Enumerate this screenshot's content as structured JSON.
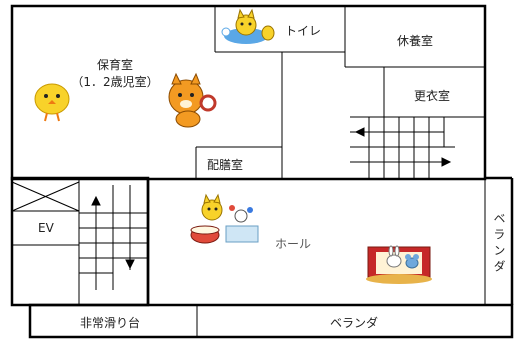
{
  "floor_plan": {
    "rooms": {
      "nursery": {
        "label_line1": "保育室",
        "label_line2": "（1．2歳児室）"
      },
      "toilet": {
        "label": "トイレ"
      },
      "rest_room": {
        "label": "休養室"
      },
      "changing_room": {
        "label": "更衣室"
      },
      "serving_room": {
        "label": "配膳室"
      },
      "hall": {
        "label": "ホール"
      },
      "elevator": {
        "label": "EV"
      },
      "balcony_side": {
        "label": "ベランダ"
      },
      "balcony_bottom": {
        "label": "ベランダ"
      },
      "emergency_slide": {
        "label": "非常滑り台"
      }
    },
    "illustrations": [
      {
        "name": "chick-character"
      },
      {
        "name": "tiger-character"
      },
      {
        "name": "toilet-cat-character"
      },
      {
        "name": "drum-band-characters"
      },
      {
        "name": "stage-rabbit-characters"
      }
    ]
  }
}
